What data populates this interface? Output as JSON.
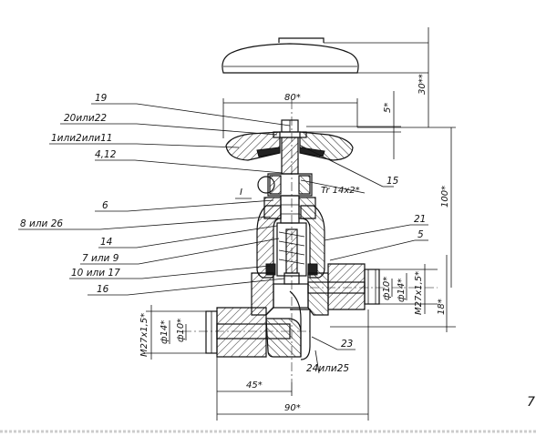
{
  "callouts": [
    {
      "id": "c19",
      "text": "19"
    },
    {
      "id": "c20",
      "text": "20или22"
    },
    {
      "id": "c1",
      "text": "1или2или11"
    },
    {
      "id": "c4",
      "text": "4,12"
    },
    {
      "id": "c6",
      "text": "6"
    },
    {
      "id": "c8",
      "text": "8 или 26"
    },
    {
      "id": "c14",
      "text": "14"
    },
    {
      "id": "c7",
      "text": "7 или 9"
    },
    {
      "id": "c10",
      "text": "10 или 17"
    },
    {
      "id": "c16",
      "text": "16"
    },
    {
      "id": "c15",
      "text": "15"
    },
    {
      "id": "c21",
      "text": "21"
    },
    {
      "id": "c5",
      "text": "5"
    },
    {
      "id": "c23",
      "text": "23"
    },
    {
      "id": "c24",
      "text": "24или25"
    }
  ],
  "dimensions": {
    "handwheel_width": "80*",
    "stem_gap": "5*",
    "handwheel_height": "30**",
    "overall_height": "100*",
    "thread_size": "Tr 14x2*",
    "right_port_thread": "M27x1,5*",
    "right_port_bore": "ф10*",
    "right_port_outer": "ф14*",
    "right_port_height": "18*",
    "left_port_thread": "M27x1,5*",
    "left_port_outer": "ф14*",
    "left_port_bore": "ф10*",
    "half_length": "45*",
    "overall_length": "90*"
  },
  "section_mark": "I",
  "page_number": "7"
}
